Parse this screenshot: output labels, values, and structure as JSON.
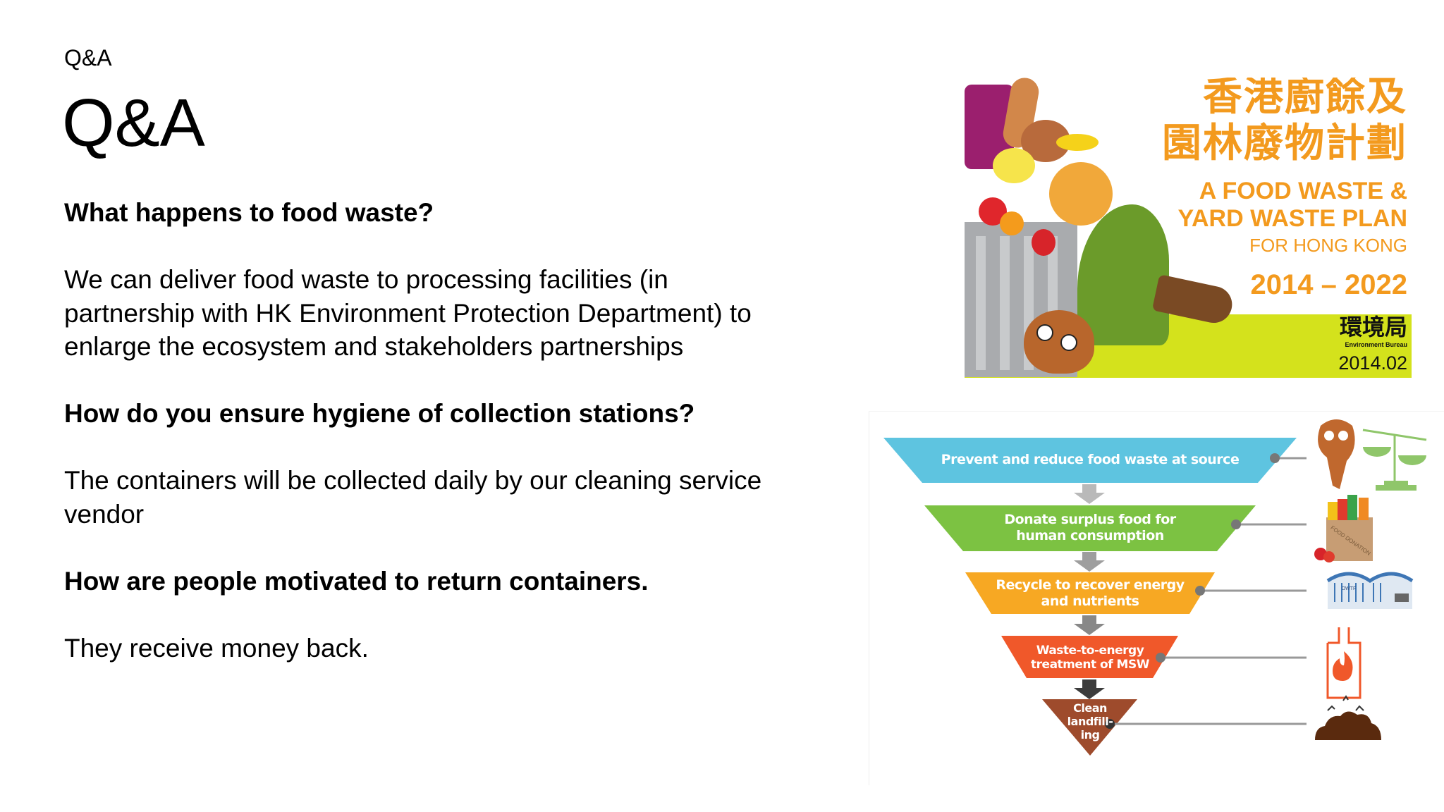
{
  "slide": {
    "breadcrumb": "Q&A",
    "title": "Q&A"
  },
  "qa_items": [
    {
      "question": "What happens to food waste?",
      "answer_lines": [
        "We can deliver food waste to processing facilities (in",
        "partnership with HK Environment Protection Department) to",
        "enlarge the ecosystem and stakeholders partnerships"
      ]
    },
    {
      "question": "How do you ensure hygiene of collection stations?",
      "answer_lines": [
        "The containers will be collected daily by our cleaning service",
        "vendor"
      ]
    },
    {
      "question": "How are people motivated to return containers.",
      "answer_lines": [
        "They receive money back."
      ]
    }
  ],
  "poster": {
    "title_cn_line1": "香港廚餘及",
    "title_cn_line2": "園林廢物計劃",
    "title_en_line1": "A FOOD WASTE &",
    "title_en_line2": "YARD WASTE PLAN",
    "subtitle_en": "FOR HONG KONG",
    "years": "2014 – 2022",
    "publisher_cn": "環境局",
    "publisher_en": "Environment Bureau",
    "date": "2014.02",
    "colors": {
      "accent": "#f39a1e",
      "ground": "#d4e21c"
    }
  },
  "hierarchy": {
    "tiers": [
      {
        "lines": [
          "Prevent and reduce food waste at source"
        ],
        "color": "#5ec4e0",
        "icon": "mascot-and-scale-icon"
      },
      {
        "lines": [
          "Donate surplus food for",
          "human consumption"
        ],
        "color": "#7cc242",
        "icon": "food-donation-bag-icon"
      },
      {
        "lines": [
          "Recycle to recover energy",
          "and nutrients"
        ],
        "color": "#f7a823",
        "icon": "owtf-facility-icon"
      },
      {
        "lines": [
          "Waste-to-energy",
          "treatment of MSW"
        ],
        "color": "#f0582a",
        "icon": "incinerator-fire-icon"
      },
      {
        "lines": [
          "Clean",
          "landfill-",
          "ing"
        ],
        "color": "#9e4b2c",
        "icon": "landfill-mound-icon"
      }
    ],
    "facility_sign": "OWTF",
    "donation_label": "FOOD DONATION"
  }
}
